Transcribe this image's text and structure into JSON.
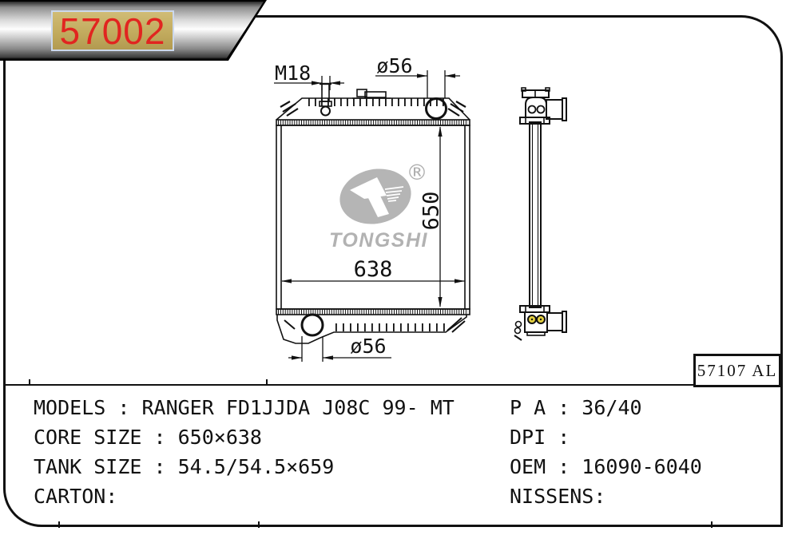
{
  "banner": {
    "part_number": "57002"
  },
  "drawing": {
    "dimensions": {
      "thread": "M18",
      "top_port_diameter": "ø56",
      "core_height": "650",
      "core_width": "638",
      "bottom_port_diameter": "ø56"
    },
    "ref_code": "57107 AL",
    "logo": {
      "brand": "TONGSHI",
      "registered": "®"
    }
  },
  "specs": {
    "left": [
      "MODELS : RANGER FD1JJDA J08C 99- MT",
      "CORE SIZE : 650×638",
      "TANK SIZE : 54.5/54.5×659",
      "CARTON:"
    ],
    "right": [
      "P A : 36/40",
      "DPI :",
      "OEM : 16090-6040",
      "NISSENS:"
    ]
  },
  "colors": {
    "accent_red": "#e12520",
    "label_gold": "#c2ab5e",
    "logo_gray": "#b5b5b5",
    "line_black": "#111111"
  }
}
